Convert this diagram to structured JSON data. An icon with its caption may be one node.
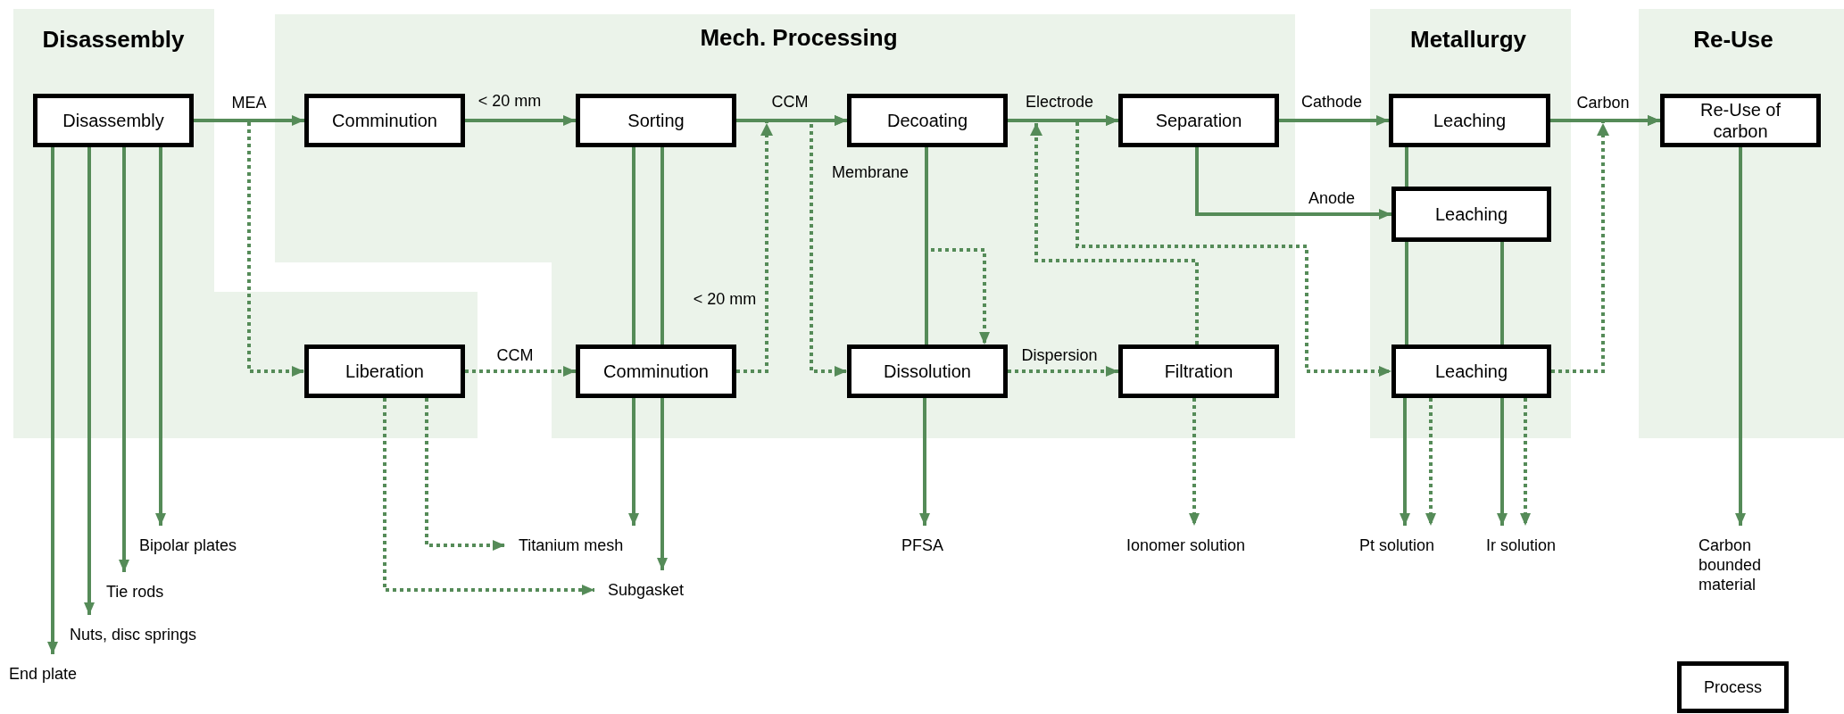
{
  "diagram": {
    "nodes": [
      {
        "text": [
          "Disassembly"
        ]
      },
      {
        "text": [
          "Disassembly"
        ],
        "in": 0
      },
      {
        "text": [
          "Liberation"
        ],
        "in": 0
      },
      {
        "text": [
          "Mech. Processing"
        ]
      },
      {
        "text": [
          "Comminution"
        ],
        "in": 3
      },
      {
        "text": [
          "Sorting"
        ],
        "in": 3
      },
      {
        "text": [
          "Decoating"
        ],
        "in": 3
      },
      {
        "text": [
          "Separation"
        ],
        "in": 3
      },
      {
        "text": [
          "Comminution"
        ],
        "in": 3
      },
      {
        "text": [
          "Dissolution"
        ],
        "in": 3
      },
      {
        "text": [
          "Filtration"
        ],
        "in": 3
      },
      {
        "text": [
          "Metallurgy"
        ]
      },
      {
        "text": [
          "Leaching"
        ],
        "in": 11
      },
      {
        "text": [
          "Leaching"
        ],
        "in": 11
      },
      {
        "text": [
          "Leaching"
        ],
        "in": 11
      },
      {
        "text": [
          "Re-Use"
        ]
      },
      {
        "text": [
          "Re-Use of carbon"
        ],
        "in": 15
      },
      {
        "text": [
          "End plate"
        ]
      },
      {
        "text": [
          "Nuts, disc springs"
        ]
      },
      {
        "text": [
          "Tie rods"
        ]
      },
      {
        "text": [
          "Bipolar plates"
        ]
      },
      {
        "text": [
          "Titanium mesh"
        ]
      },
      {
        "text": [
          "Subgasket"
        ]
      },
      {
        "text": [
          "PFSA"
        ]
      },
      {
        "text": [
          "Ionomer solution"
        ]
      },
      {
        "text": [
          "Pt solution"
        ]
      },
      {
        "text": [
          "Ir solution"
        ]
      },
      {
        "text": [
          "Carbon bounded material"
        ]
      }
    ],
    "edges": [
      {
        "from": 1,
        "to": 4,
        "arrow": "to",
        "label": "MEA"
      },
      {
        "from": 1,
        "to": 2,
        "arrow": "to",
        "style": "dashed"
      },
      {
        "from": 1,
        "to": 17,
        "arrow": "to"
      },
      {
        "from": 1,
        "to": 18,
        "arrow": "to"
      },
      {
        "from": 1,
        "to": 19,
        "arrow": "to"
      },
      {
        "from": 1,
        "to": 20,
        "arrow": "to"
      },
      {
        "from": 4,
        "to": 5,
        "arrow": "to",
        "label": "< 20 mm"
      },
      {
        "from": 2,
        "to": 8,
        "arrow": "to",
        "label": "CCM",
        "style": "dashed"
      },
      {
        "from": 2,
        "to": 21,
        "arrow": "to",
        "style": "dashed"
      },
      {
        "from": 2,
        "to": 22,
        "arrow": "to",
        "style": "dashed"
      },
      {
        "from": 5,
        "to": 6,
        "arrow": "to",
        "label": "CCM"
      },
      {
        "from": 5,
        "to": 8,
        "arrow": "none"
      },
      {
        "from": 5,
        "to": 8,
        "arrow": "none"
      },
      {
        "from": 8,
        "to": 21,
        "arrow": "to"
      },
      {
        "from": 8,
        "to": 22,
        "arrow": "to"
      },
      {
        "from": 8,
        "to": 6,
        "arrow": "to",
        "label": "< 20 mm",
        "style": "dashed"
      },
      {
        "from": 5,
        "to": 9,
        "arrow": "to",
        "style": "dashed"
      },
      {
        "from": 6,
        "to": 7,
        "arrow": "to",
        "label": "Electrode"
      },
      {
        "from": 6,
        "to": 9,
        "arrow": "none",
        "label": "Membrane"
      },
      {
        "from": 9,
        "to": 23,
        "arrow": "to"
      },
      {
        "from": 6,
        "to": 9,
        "arrow": "to",
        "style": "dashed"
      },
      {
        "from": 6,
        "to": 14,
        "arrow": "to",
        "style": "dashed"
      },
      {
        "from": 9,
        "to": 10,
        "arrow": "to",
        "label": "Dispersion",
        "style": "dashed"
      },
      {
        "from": 10,
        "to": 7,
        "arrow": "to",
        "style": "dashed"
      },
      {
        "from": 10,
        "to": 24,
        "arrow": "to",
        "style": "dashed"
      },
      {
        "from": 7,
        "to": 12,
        "arrow": "to",
        "label": "Cathode"
      },
      {
        "from": 7,
        "to": 13,
        "arrow": "to",
        "label": "Anode"
      },
      {
        "from": 12,
        "to": 16,
        "arrow": "to",
        "label": "Carbon"
      },
      {
        "from": 14,
        "to": 16,
        "arrow": "to",
        "style": "dashed"
      },
      {
        "from": 12,
        "to": 13,
        "arrow": "none"
      },
      {
        "from": 13,
        "to": 14,
        "arrow": "none"
      },
      {
        "from": 14,
        "to": 25,
        "arrow": "to"
      },
      {
        "from": 13,
        "to": 14,
        "arrow": "none"
      },
      {
        "from": 14,
        "to": 26,
        "arrow": "to"
      },
      {
        "from": 14,
        "to": 25,
        "arrow": "to",
        "style": "dashed"
      },
      {
        "from": 14,
        "to": 26,
        "arrow": "to",
        "style": "dashed"
      },
      {
        "from": 16,
        "to": 27,
        "arrow": "to"
      }
    ],
    "legend": [
      {
        "text": "Process"
      }
    ]
  }
}
